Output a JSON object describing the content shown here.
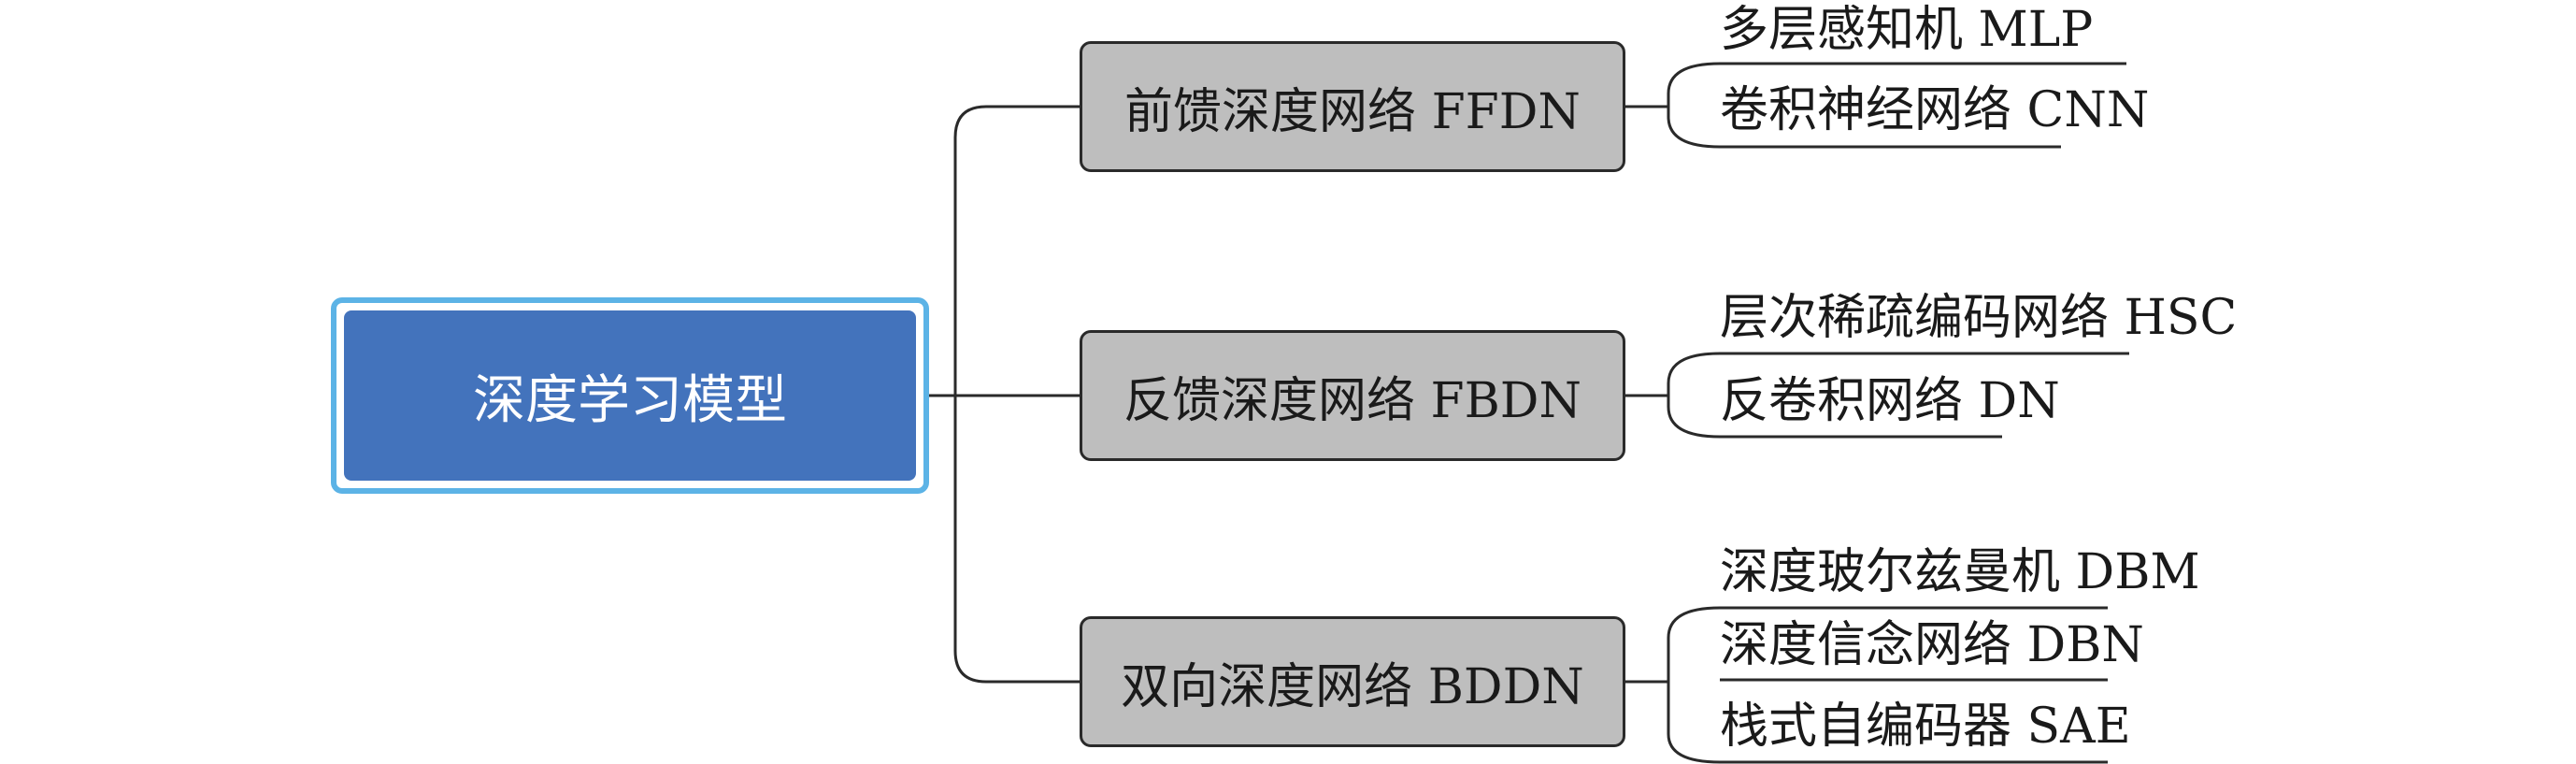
{
  "root": {
    "label": "深度学习模型"
  },
  "branches": [
    {
      "label": "前馈深度网络 FFDN",
      "children": [
        {
          "label": "多层感知机 MLP"
        },
        {
          "label": "卷积神经网络 CNN"
        }
      ]
    },
    {
      "label": "反馈深度网络 FBDN",
      "children": [
        {
          "label": "层次稀疏编码网络 HSC"
        },
        {
          "label": "反卷积网络 DN"
        }
      ]
    },
    {
      "label": "双向深度网络 BDDN",
      "children": [
        {
          "label": "深度玻尔兹曼机 DBM"
        },
        {
          "label": "深度信念网络 DBN"
        },
        {
          "label": "栈式自编码器 SAE"
        }
      ]
    }
  ],
  "colors": {
    "root_fill": "#4373bc",
    "root_outline": "#5cb3e6",
    "branch_fill": "#bebebe",
    "line": "#2a2a2a"
  }
}
